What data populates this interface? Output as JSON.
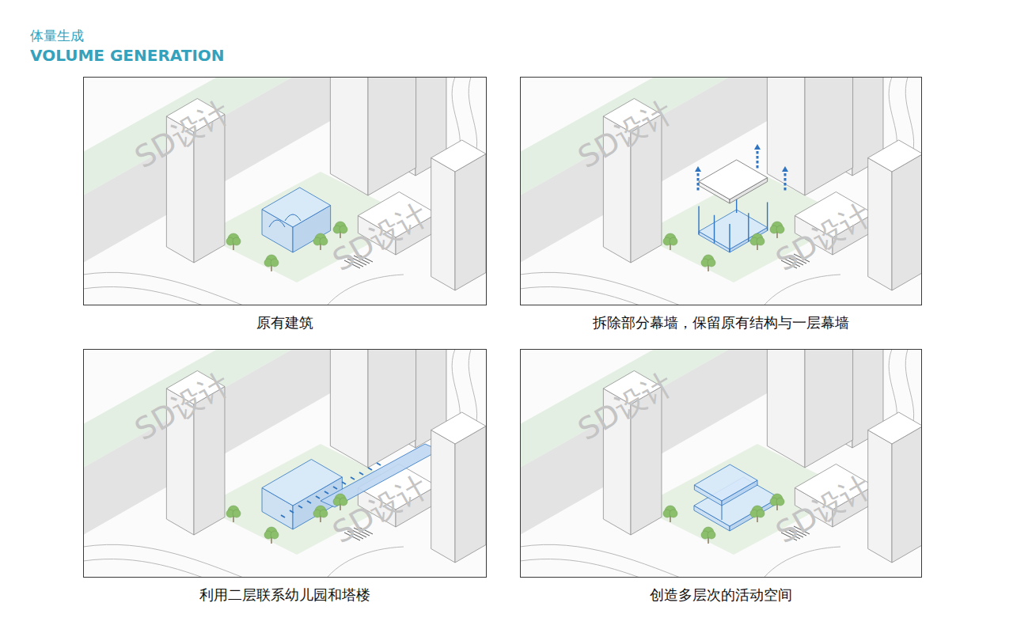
{
  "diagram": {
    "title": "体量生成",
    "nodes": [
      {
        "text": [
          "原有建筑"
        ]
      },
      {
        "text": [
          "拆除部分幕墙，保留原有结构与一层幕墙"
        ]
      },
      {
        "text": [
          "利用二层联系幼儿园和塔楼"
        ]
      },
      {
        "text": [
          "创造多层次的活动空间"
        ]
      }
    ],
    "labels": [
      "VOLUME GENERATION",
      "SD设计",
      "SD设计",
      "SD设计",
      "SD设计",
      "SD设计",
      "SD设计",
      "SD设计",
      "SD设计"
    ]
  }
}
